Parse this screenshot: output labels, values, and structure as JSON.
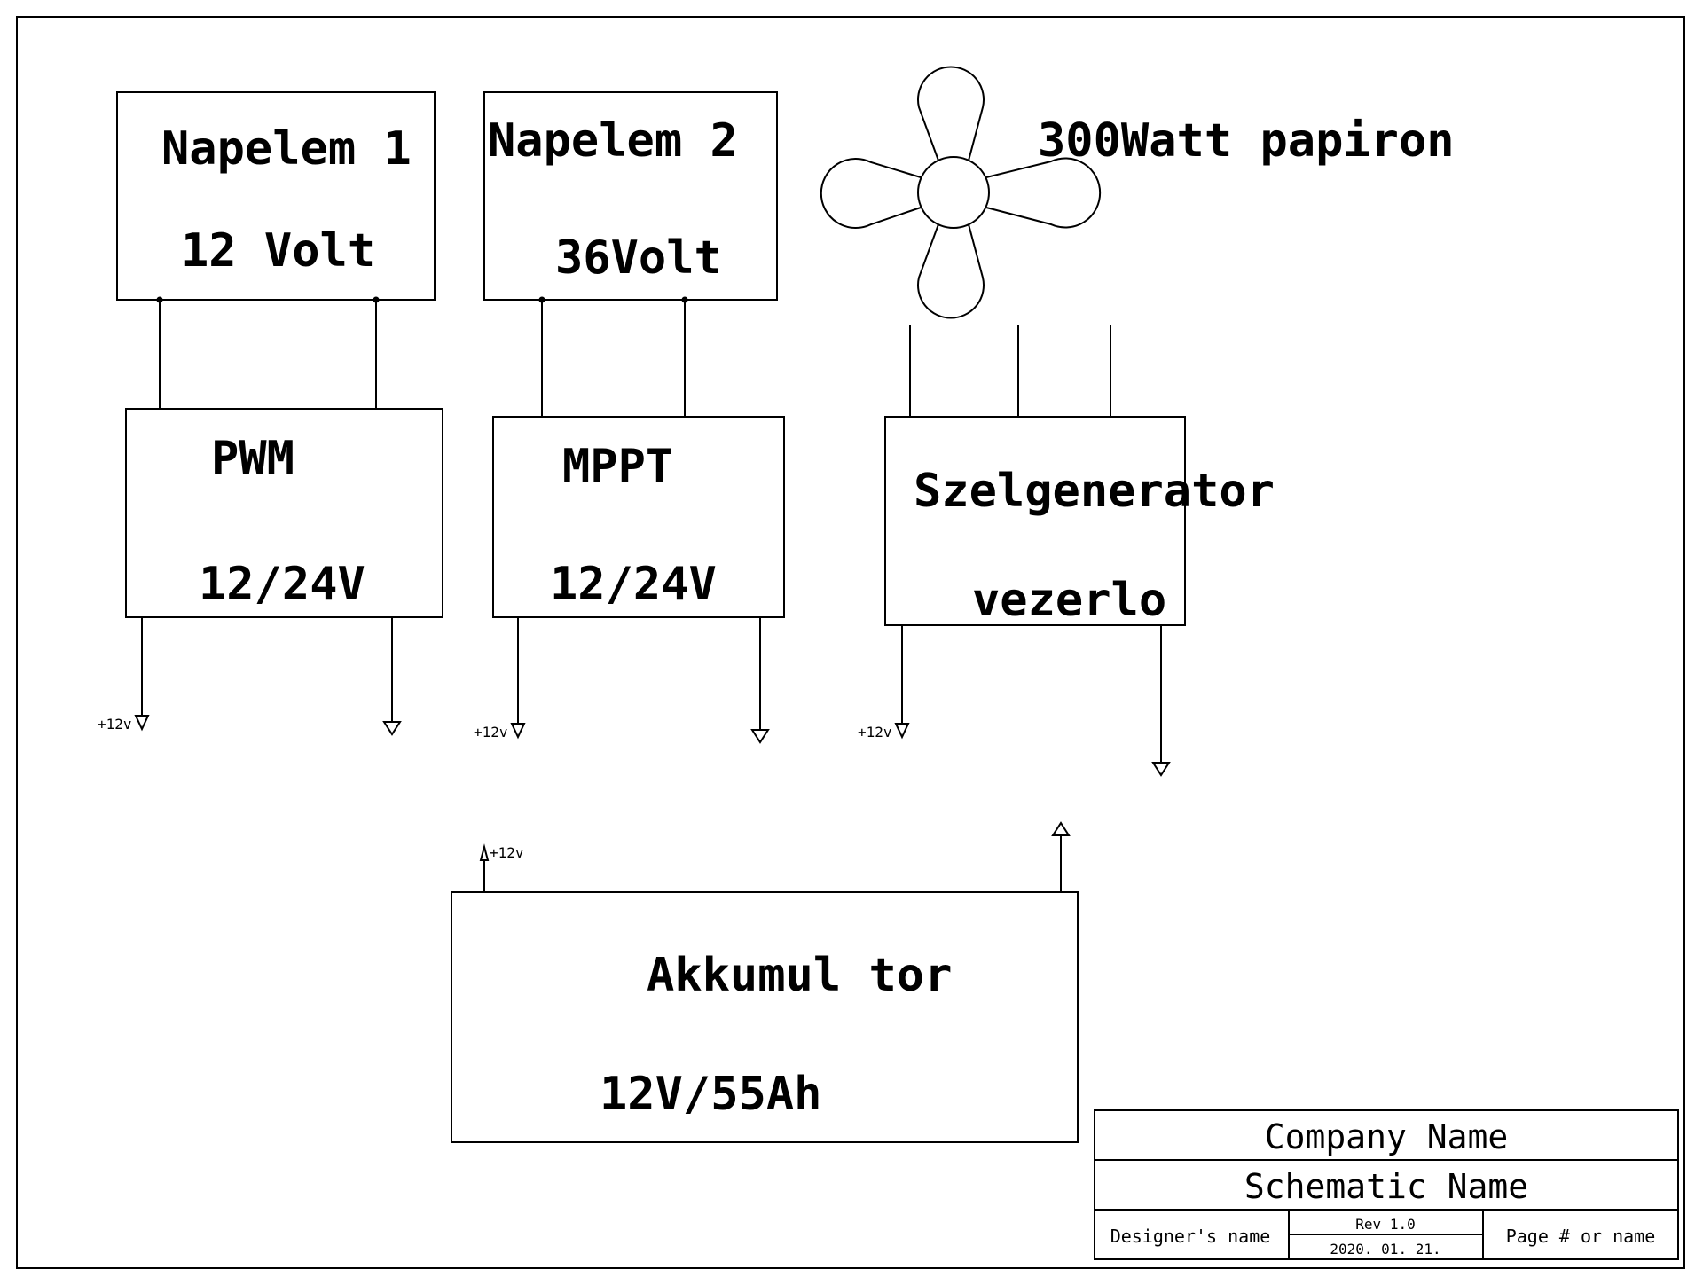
{
  "blocks": {
    "panel1": {
      "title": "Napelem 1",
      "voltage": "12 Volt"
    },
    "panel2": {
      "title": "Napelem 2",
      "voltage": "36Volt"
    },
    "fan": {
      "label": "300Watt papiron"
    },
    "pwm": {
      "title": "PWM",
      "rating": "12/24V"
    },
    "mppt": {
      "title": "MPPT",
      "rating": "12/24V"
    },
    "wind_ctrl": {
      "title": "Szelgenerator",
      "subtitle": "vezerlo"
    },
    "battery": {
      "title": "Akkumul tor",
      "rating": "12V/55Ah"
    }
  },
  "power_labels": {
    "pwm_out": "+12v",
    "mppt_out": "+12v",
    "wind_out": "+12v",
    "battery_in": "+12v"
  },
  "title_block": {
    "company": "Company Name",
    "schematic": "Schematic Name",
    "designer": "Designer's name",
    "rev": "Rev 1.0",
    "date": "2020. 01. 21.",
    "page": "Page # or name"
  }
}
